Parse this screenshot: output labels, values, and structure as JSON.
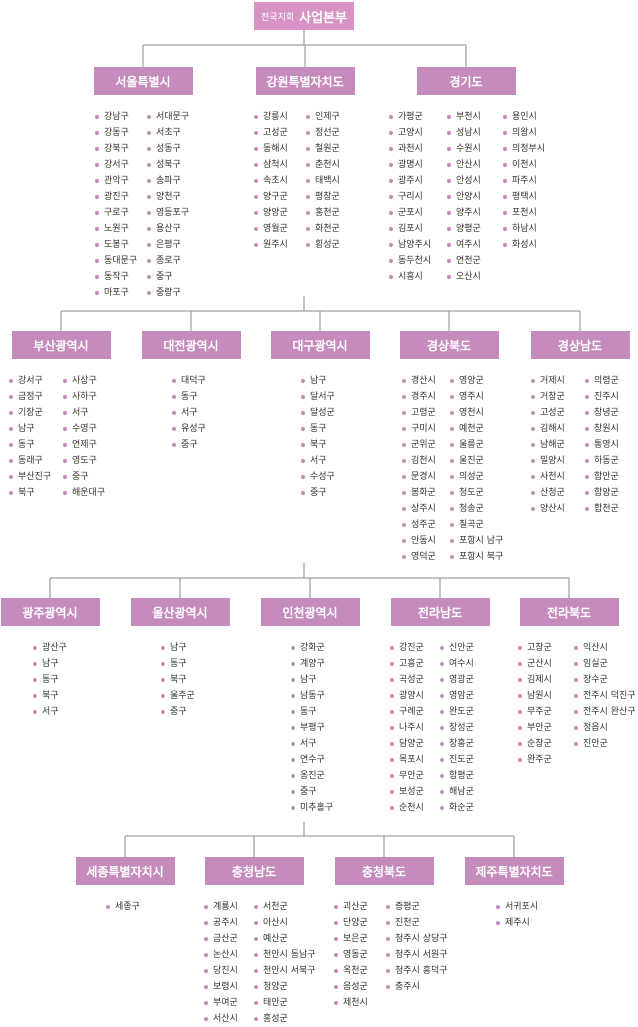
{
  "header": {
    "small": "전국지회",
    "title": "사업본부"
  },
  "regions": [
    {
      "name": "서울특별시",
      "columns": [
        [
          "강남구",
          "강동구",
          "강북구",
          "강서구",
          "관악구",
          "광진구",
          "구로구",
          "노원구",
          "도봉구",
          "동대문구",
          "동작구",
          "마포구"
        ],
        [
          "서대문구",
          "서초구",
          "성동구",
          "성북구",
          "송파구",
          "양천구",
          "영등포구",
          "용산구",
          "은평구",
          "종로구",
          "중구",
          "중랑구"
        ]
      ]
    },
    {
      "name": "강원특별자치도",
      "columns": [
        [
          "강릉시",
          "고성군",
          "동해시",
          "삼척시",
          "속초시",
          "양구군",
          "양양군",
          "영월군",
          "원주시"
        ],
        [
          "인제구",
          "정선군",
          "철원군",
          "춘천시",
          "태백시",
          "평창군",
          "홍천군",
          "화천군",
          "횡성군"
        ]
      ]
    },
    {
      "name": "경기도",
      "columns": [
        [
          "가평군",
          "고양시",
          "과천시",
          "광명시",
          "광주시",
          "구리시",
          "군포시",
          "김포시",
          "남양주시",
          "동두천시",
          "시흥시"
        ],
        [
          "부천시",
          "성남시",
          "수원시",
          "안산시",
          "안성시",
          "안양시",
          "양주시",
          "양평군",
          "여주시",
          "연천군",
          "오산시"
        ],
        [
          "용인시",
          "의왕시",
          "의정부시",
          "이천시",
          "파주시",
          "평택시",
          "포천시",
          "하남시",
          "화성시"
        ]
      ]
    },
    {
      "name": "부산광역시",
      "columns": [
        [
          "강서구",
          "금정구",
          "기장군",
          "남구",
          "동구",
          "동래구",
          "부산진구",
          "북구"
        ],
        [
          "사상구",
          "사하구",
          "서구",
          "수영구",
          "연제구",
          "영도구",
          "중구",
          "해운대구"
        ]
      ]
    },
    {
      "name": "대전광역시",
      "columns": [
        [
          "대덕구",
          "동구",
          "서구",
          "유성구",
          "중구"
        ]
      ]
    },
    {
      "name": "대구광역시",
      "columns": [
        [
          "남구",
          "달서구",
          "달성군",
          "동구",
          "북구",
          "서구",
          "수성구",
          "중구"
        ]
      ]
    },
    {
      "name": "경상북도",
      "columns": [
        [
          "경산시",
          "경주시",
          "고령군",
          "구미시",
          "군위군",
          "김천시",
          "문경시",
          "봉화군",
          "상주시",
          "성주군",
          "안동시",
          "영덕군"
        ],
        [
          "영양군",
          "영주시",
          "영천시",
          "예천군",
          "울릉군",
          "울진군",
          "의성군",
          "청도군",
          "청송군",
          "칠곡군",
          "포항시 남구",
          "포항시 북구"
        ]
      ]
    },
    {
      "name": "경상남도",
      "columns": [
        [
          "거제시",
          "거창군",
          "고성군",
          "김해시",
          "남해군",
          "밀양시",
          "사천시",
          "산청군",
          "양산시"
        ],
        [
          "의령군",
          "진주시",
          "창녕군",
          "창원시",
          "통영시",
          "하동군",
          "함안군",
          "함양군",
          "합천군"
        ]
      ]
    },
    {
      "name": "광주광역시",
      "columns": [
        [
          "광산구",
          "남구",
          "동구",
          "북구",
          "서구"
        ]
      ]
    },
    {
      "name": "울산광역시",
      "columns": [
        [
          "남구",
          "동구",
          "북구",
          "울주군",
          "중구"
        ]
      ]
    },
    {
      "name": "인천광역시",
      "columns": [
        [
          "강화군",
          "계양구",
          "남구",
          "남동구",
          "동구",
          "부평구",
          "서구",
          "연수구",
          "옹진군",
          "중구",
          "미추홀구"
        ]
      ]
    },
    {
      "name": "전라남도",
      "columns": [
        [
          "강진군",
          "고흥군",
          "곡성군",
          "광양시",
          "구례군",
          "나주시",
          "담양군",
          "목포시",
          "무안군",
          "보성군",
          "순천시"
        ],
        [
          "신안군",
          "여수시",
          "영광군",
          "영암군",
          "완도군",
          "장성군",
          "장흥군",
          "진도군",
          "함평군",
          "해남군",
          "화순군"
        ]
      ]
    },
    {
      "name": "전라북도",
      "columns": [
        [
          "고창군",
          "군산시",
          "김제시",
          "남원시",
          "무주군",
          "부안군",
          "순창군",
          "완주군"
        ],
        [
          "익산시",
          "임실군",
          "장수군",
          "전주시 덕진구",
          "전주시 완산구",
          "정읍시",
          "진안군"
        ]
      ]
    },
    {
      "name": "세종특별자치시",
      "columns": [
        [
          "세종구"
        ]
      ]
    },
    {
      "name": "충청남도",
      "columns": [
        [
          "계룡시",
          "공주시",
          "금산군",
          "논산시",
          "당진시",
          "보령시",
          "부여군",
          "서산시"
        ],
        [
          "서천군",
          "아산시",
          "예산군",
          "천안시 동남구",
          "천안시 서북구",
          "청양군",
          "태안군",
          "홍성군"
        ]
      ]
    },
    {
      "name": "충청북도",
      "columns": [
        [
          "괴산군",
          "단양군",
          "보은군",
          "영동군",
          "옥천군",
          "음성군",
          "제천시"
        ],
        [
          "증평군",
          "진천군",
          "청주시 상당구",
          "청주시 서원구",
          "청주시 흥덕구",
          "충주시"
        ]
      ]
    },
    {
      "name": "제주특별자치도",
      "columns": [
        [
          "서귀포시",
          "제주시"
        ]
      ]
    }
  ]
}
